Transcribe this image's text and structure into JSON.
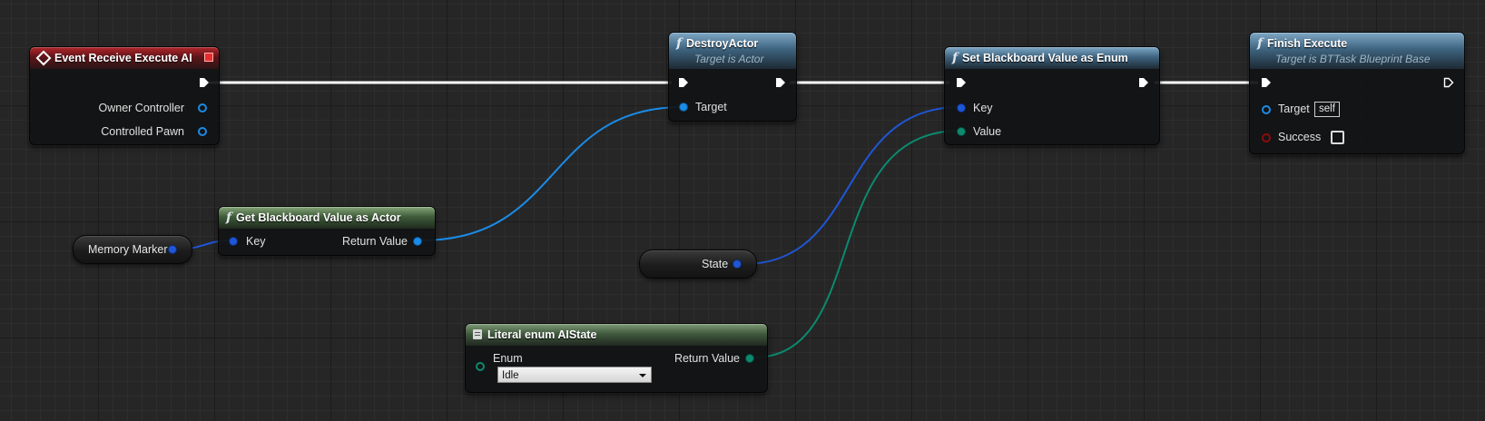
{
  "nodes": {
    "event_receive": {
      "title": "Event Receive Execute AI",
      "pins": [
        "Owner Controller",
        "Controlled Pawn"
      ]
    },
    "destroy_actor": {
      "title": "DestroyActor",
      "subtitle": "Target is Actor",
      "pins": [
        "Target"
      ]
    },
    "set_bb_enum": {
      "title": "Set Blackboard Value as Enum",
      "pins": [
        "Key",
        "Value"
      ]
    },
    "finish_execute": {
      "title": "Finish Execute",
      "subtitle": "Target is BTTask Blueprint Base",
      "target_label": "Target",
      "target_value": "self",
      "success_label": "Success",
      "success_checked": false
    },
    "get_bb_actor": {
      "title": "Get Blackboard Value as Actor",
      "key_label": "Key",
      "return_label": "Return Value"
    },
    "literal_enum": {
      "title": "Literal enum AIState",
      "enum_label": "Enum",
      "return_label": "Return Value",
      "selected": "Idle"
    }
  },
  "variables": {
    "memory_marker": "Memory Marker",
    "state": "State"
  },
  "colors": {
    "exec_wire": "#ffffff",
    "object_wire": "#1a8be6",
    "struct_wire": "#1f56d6",
    "byte_wire": "#0b8a70",
    "bool_pin": "#8b0d0d"
  }
}
